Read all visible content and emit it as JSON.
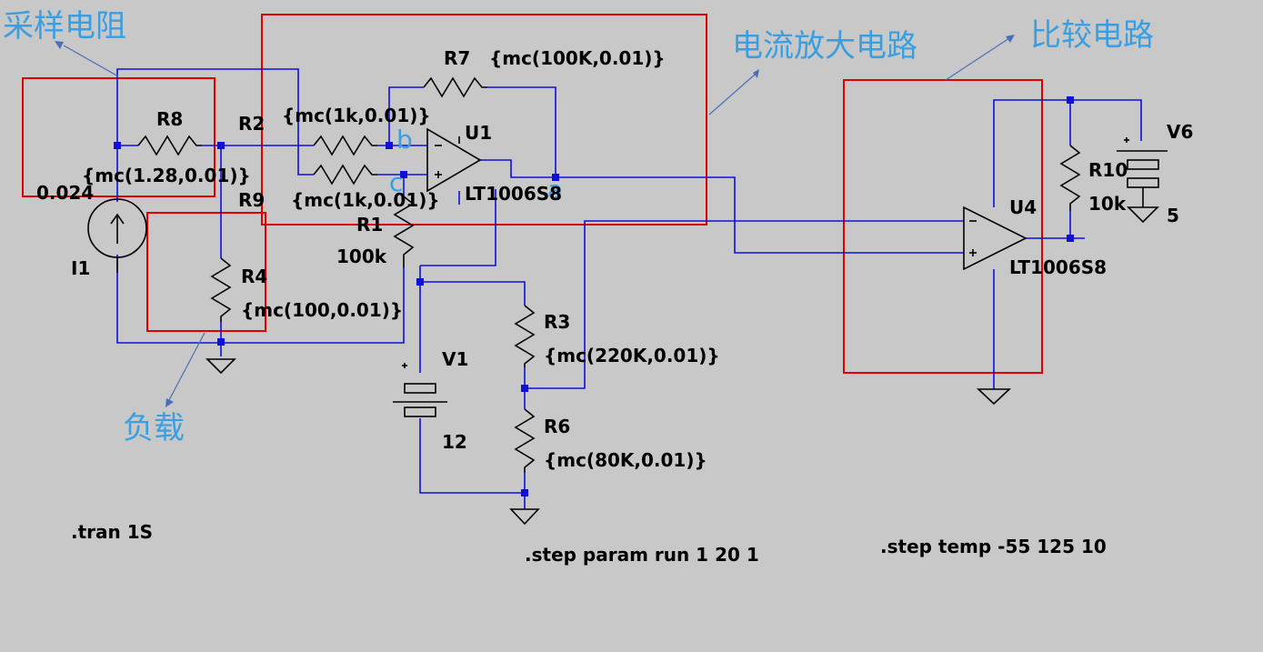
{
  "annotations": {
    "sampling_resistor": "采样电阻",
    "current_amplifier": "电流放大电路",
    "comparator_circuit": "比较电路",
    "load": "负载"
  },
  "components": {
    "R8": {
      "name": "R8",
      "value": "{mc(1.28,0.01)}"
    },
    "R2": {
      "name": "R2",
      "value": "{mc(1k,0.01)}"
    },
    "R9": {
      "name": "R9",
      "value": "{mc(1k,0.01)}"
    },
    "R7": {
      "name": "R7",
      "value": "{mc(100K,0.01)}"
    },
    "R1": {
      "name": "R1",
      "value": "100k"
    },
    "R4": {
      "name": "R4",
      "value": "{mc(100,0.01)}"
    },
    "R3": {
      "name": "R3",
      "value": "{mc(220K,0.01)}"
    },
    "R6": {
      "name": "R6",
      "value": "{mc(80K,0.01)}"
    },
    "R10": {
      "name": "R10",
      "value": "10k"
    },
    "U1": {
      "name": "U1",
      "model": "LT1006S8"
    },
    "U4": {
      "name": "U4",
      "model": "LT1006S8"
    },
    "I1": {
      "name": "I1",
      "value": "0.024"
    },
    "V1": {
      "name": "V1",
      "value": "12"
    },
    "V6": {
      "name": "V6",
      "value": "5"
    }
  },
  "node_labels": {
    "b": "b",
    "c": "c",
    "a": "a"
  },
  "directives": {
    "tran": ".tran 1S",
    "step_param": ".step param run 1 20 1",
    "step_temp": ".step temp -55 125 10"
  },
  "colors": {
    "wire": "#1010d8",
    "box": "#e00000",
    "annotation": "#3a9fe0",
    "background": "#c8c8c8"
  }
}
